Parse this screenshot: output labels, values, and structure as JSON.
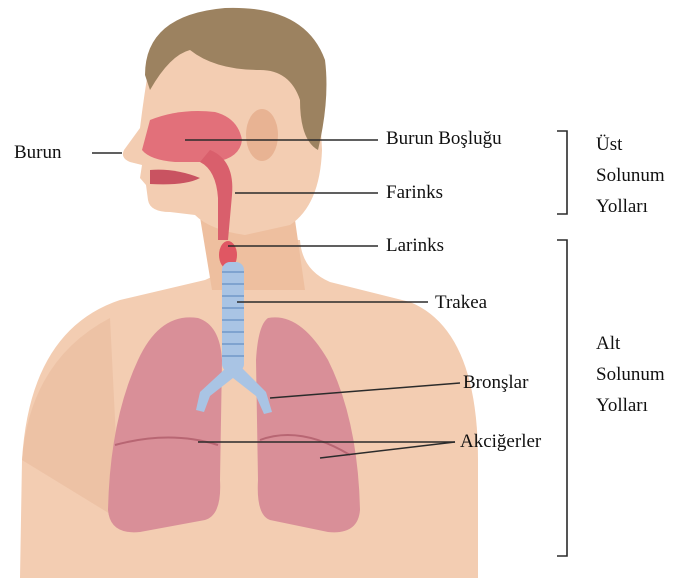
{
  "labels": {
    "nose": "Burun",
    "nasal_cavity": "Burun Boşluğu",
    "pharynx": "Farinks",
    "larynx": "Larinks",
    "trachea": "Trakea",
    "bronchi": "Bronşlar",
    "lungs": "Akciğerler"
  },
  "groups": {
    "upper": [
      "Üst",
      "Solunum",
      "Yolları"
    ],
    "lower": [
      "Alt",
      "Solunum",
      "Yolları"
    ]
  },
  "colors": {
    "skin": "#f3cdb2",
    "skin_shadow": "#e2ad8c",
    "hair": "#9c8260",
    "lung": "#d98f98",
    "lung_dark": "#b86673",
    "airway": "#e2707a",
    "trachea": "#a9c4e4",
    "line": "#2b2b2b"
  }
}
